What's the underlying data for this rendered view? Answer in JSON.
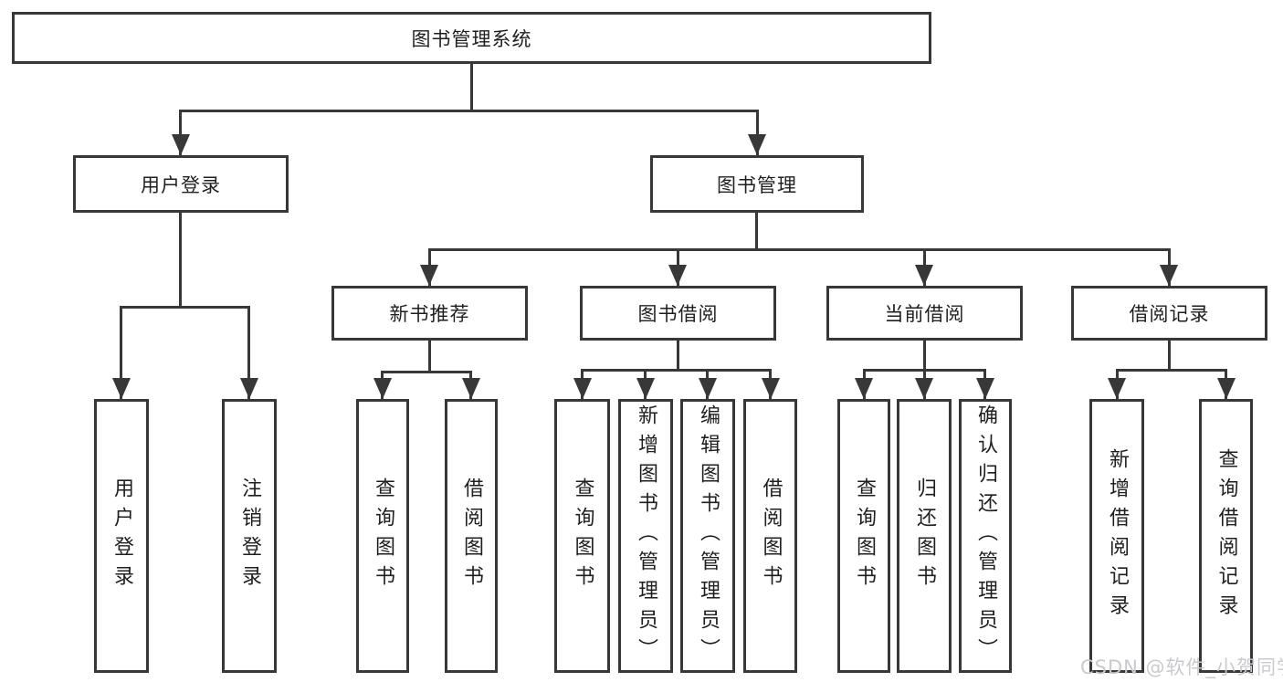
{
  "diagram": {
    "title": "图书管理系统",
    "tree": {
      "root": {
        "label": "图书管理系统",
        "children": [
          {
            "label": "用户登录",
            "children": [
              {
                "label": "用户登录"
              },
              {
                "label": "注销登录"
              }
            ]
          },
          {
            "label": "图书管理",
            "children": [
              {
                "label": "新书推荐",
                "children": [
                  {
                    "label": "查询图书"
                  },
                  {
                    "label": "借阅图书"
                  }
                ]
              },
              {
                "label": "图书借阅",
                "children": [
                  {
                    "label": "查询图书"
                  },
                  {
                    "label": "新增图书（管理员）"
                  },
                  {
                    "label": "编辑图书（管理员）"
                  },
                  {
                    "label": "借阅图书"
                  }
                ]
              },
              {
                "label": "当前借阅",
                "children": [
                  {
                    "label": "查询图书"
                  },
                  {
                    "label": "归还图书"
                  },
                  {
                    "label": "确认归还（管理员）"
                  }
                ]
              },
              {
                "label": "借阅记录",
                "children": [
                  {
                    "label": "新增借阅记录"
                  },
                  {
                    "label": "查询借阅记录"
                  }
                ]
              }
            ]
          }
        ]
      }
    },
    "colors": {
      "line": "#383838",
      "text": "#1f1f1f",
      "background": "#ffffff",
      "watermark": "#c9cacd"
    }
  },
  "watermark": {
    "text": "CSDN @软件_小贺同学"
  }
}
